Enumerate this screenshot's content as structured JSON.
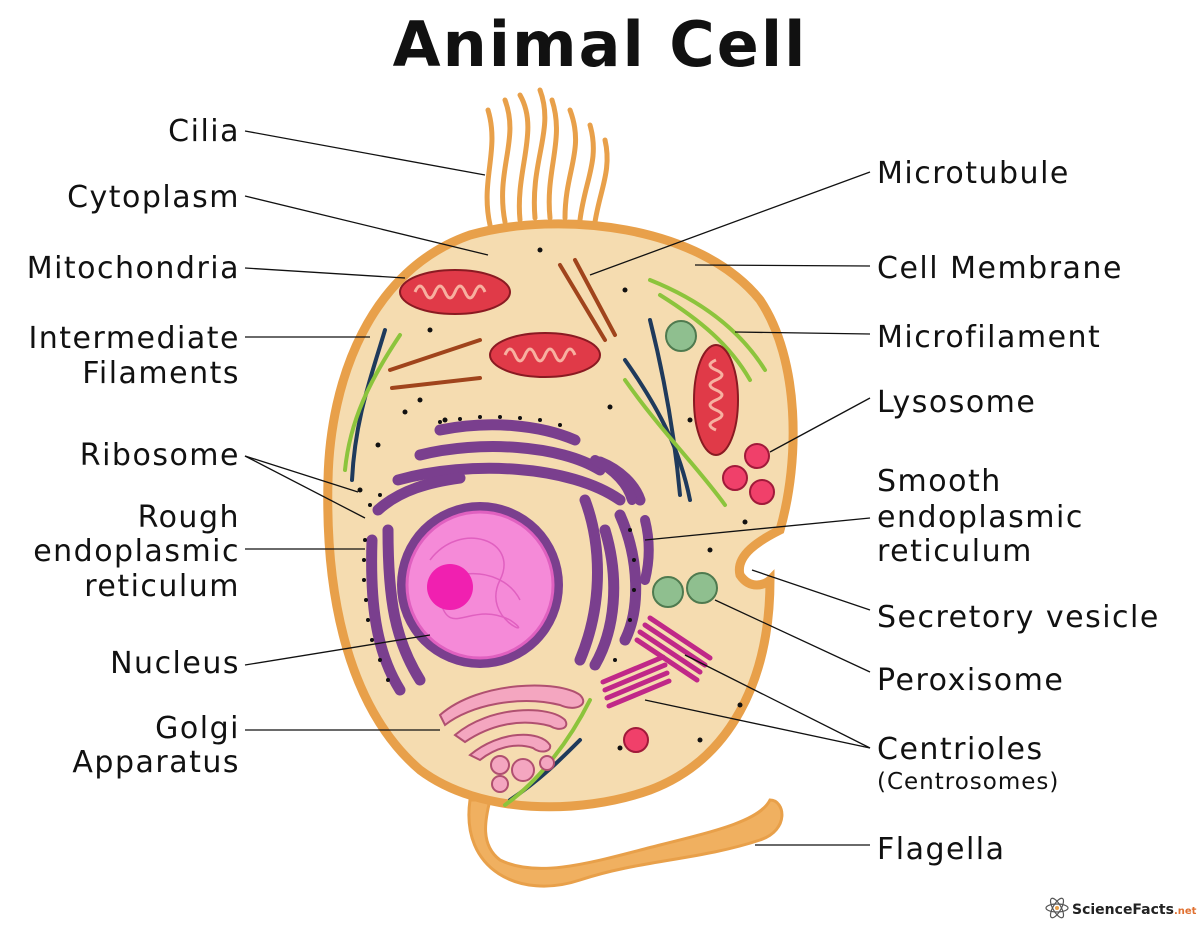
{
  "title": "Animal Cell",
  "labels_left": {
    "cilia": "Cilia",
    "cytoplasm": "Cytoplasm",
    "mitochondria": "Mitochondria",
    "intermediate_1": "Intermediate",
    "intermediate_2": "Filaments",
    "ribosome": "Ribosome",
    "rer_1": "Rough",
    "rer_2": "endoplasmic",
    "rer_3": "reticulum",
    "nucleus": "Nucleus",
    "golgi_1": "Golgi",
    "golgi_2": "Apparatus"
  },
  "labels_right": {
    "microtubule": "Microtubule",
    "cell_membrane": "Cell Membrane",
    "microfilament": "Microfilament",
    "lysosome": "Lysosome",
    "ser_1": "Smooth",
    "ser_2": "endoplasmic",
    "ser_3": "reticulum",
    "secretory_vesicle": "Secretory vesicle",
    "peroxisome": "Peroxisome",
    "centrioles": "Centrioles",
    "centrosomes": "(Centrosomes)",
    "flagella": "Flagella"
  },
  "logo": "ScienceFacts.net",
  "colors": {
    "membrane": "#e8a04a",
    "cytoplasm": "#f5dcb0",
    "mitochondria": "#e03a48",
    "nucleus": "#f05ac8",
    "er": "#7a3f8e",
    "golgi": "#f4a6c0",
    "peroxisome": "#8fbf8f",
    "lysosome": "#f0406a"
  }
}
